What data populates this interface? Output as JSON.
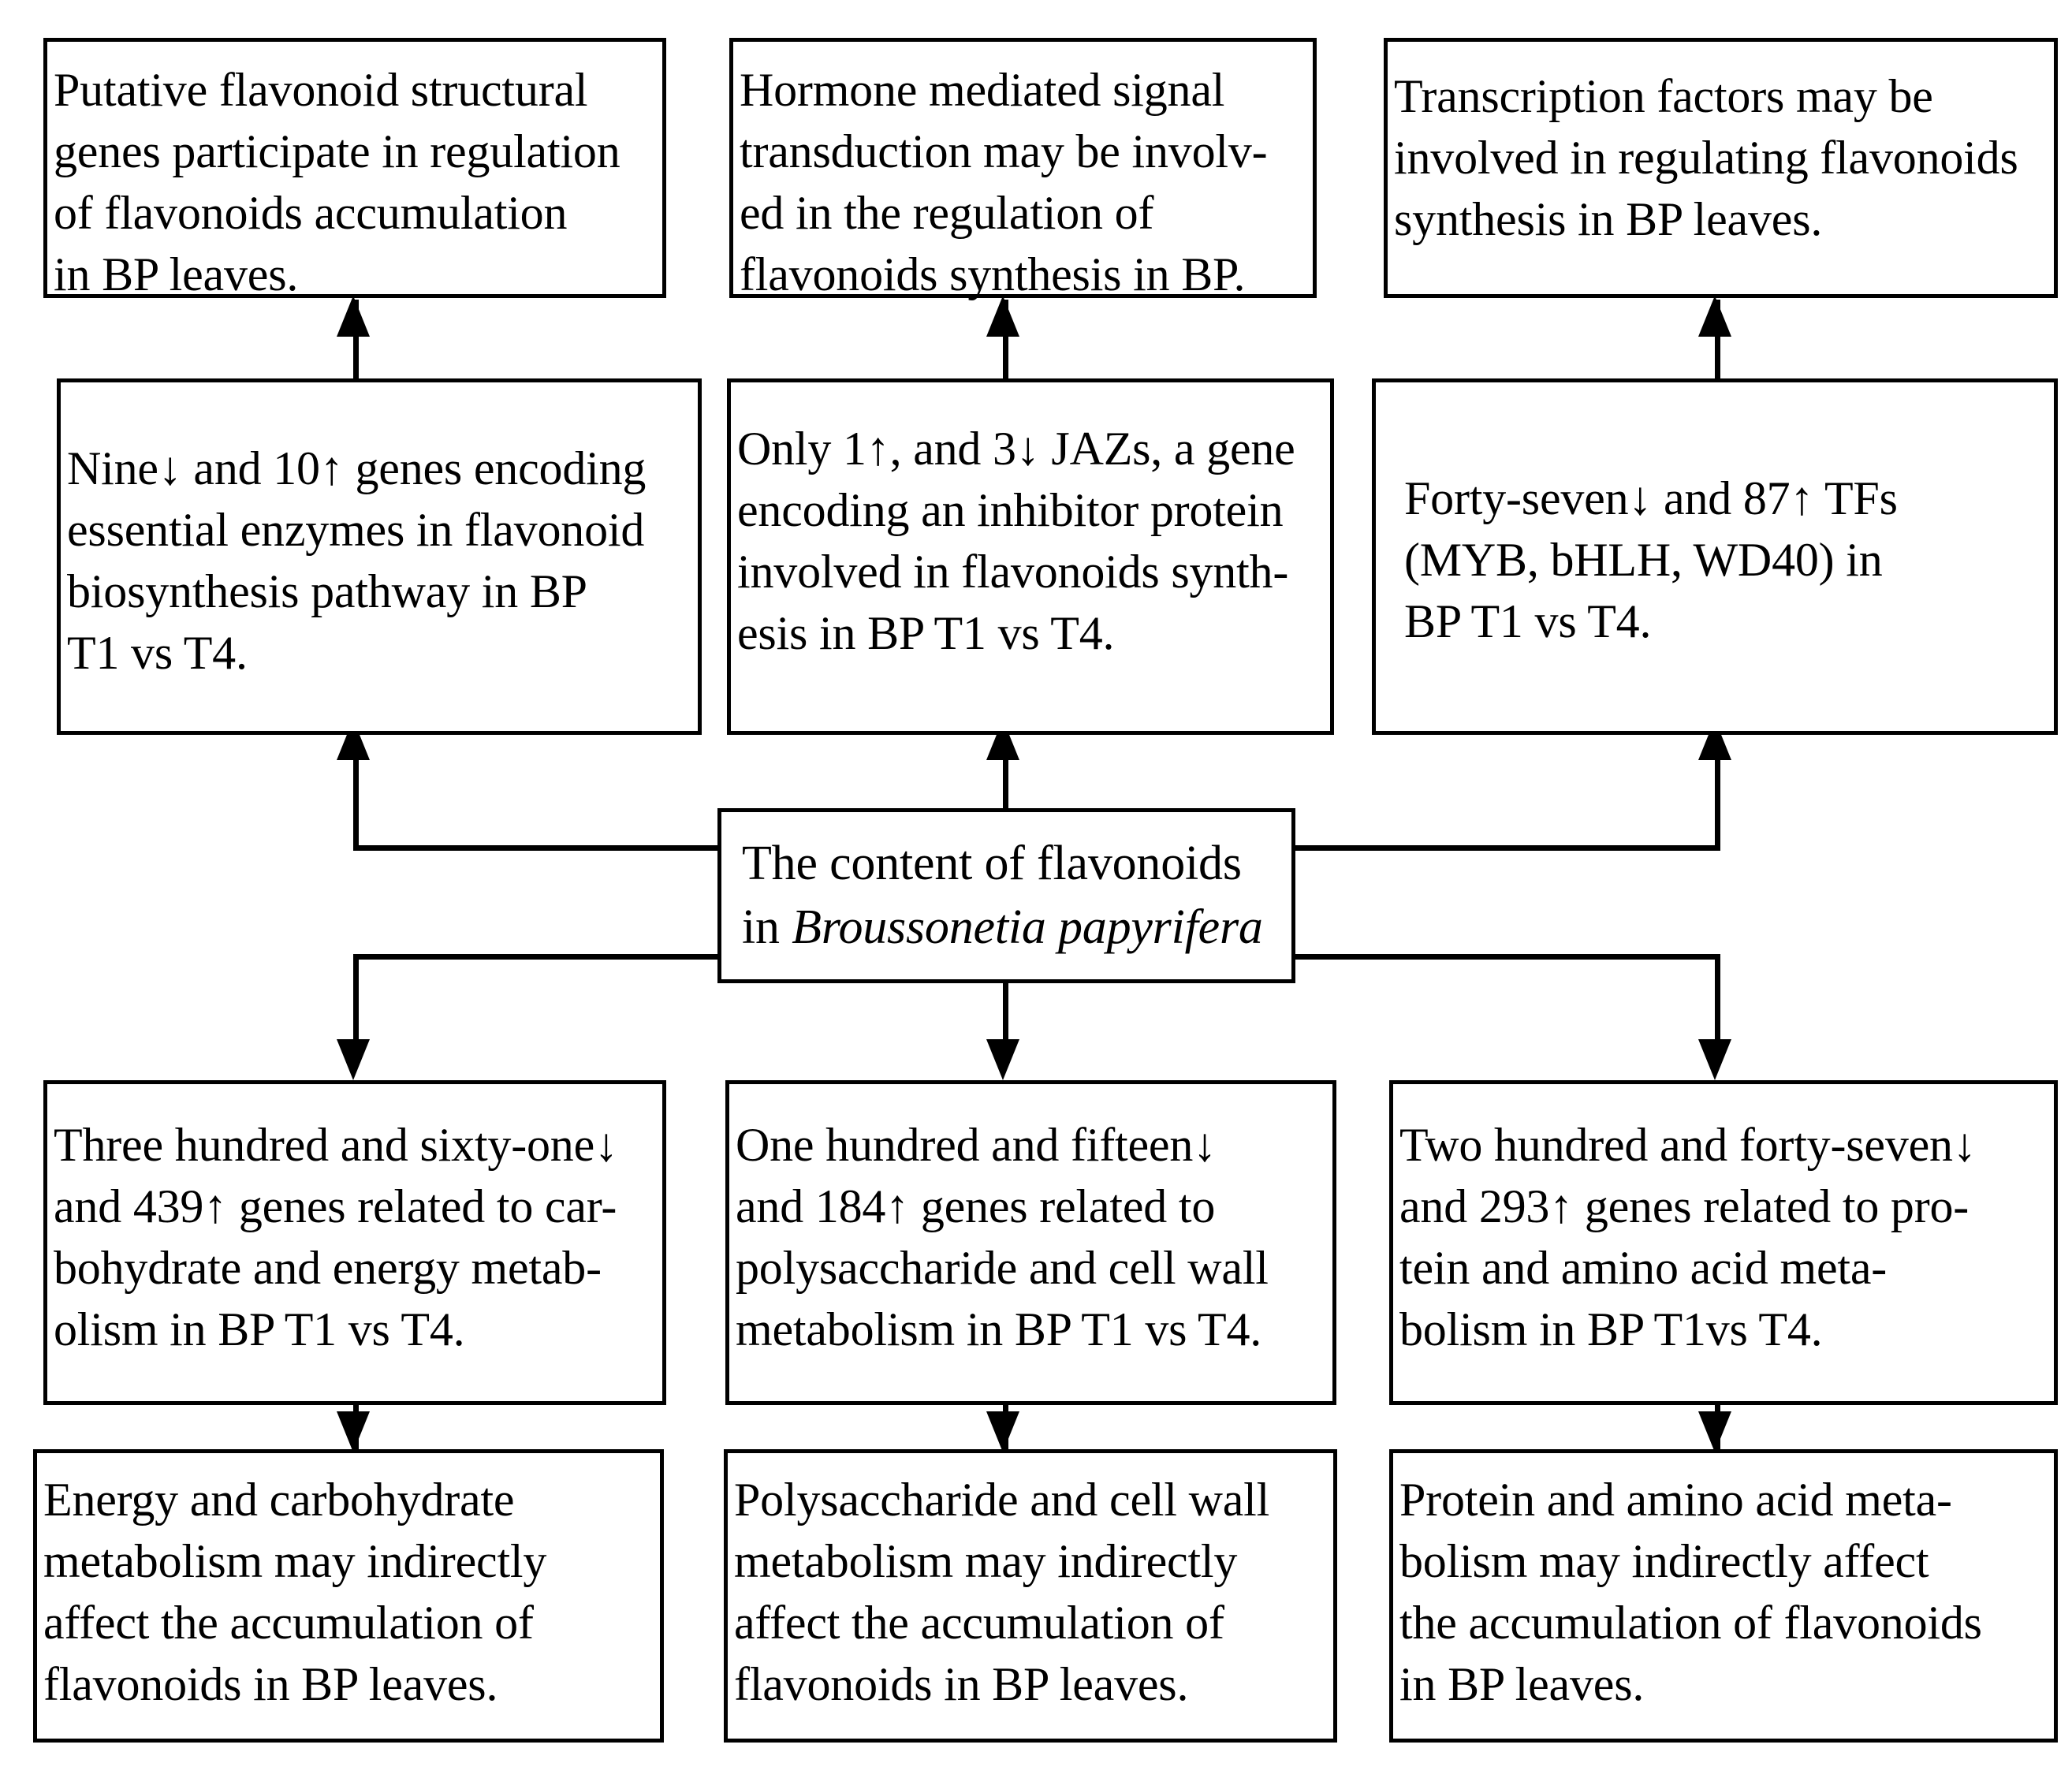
{
  "diagram": {
    "title": "The content of flavonoids in Broussonetia papyrifera",
    "center": {
      "line1": "The content of flavonoids",
      "line2_prefix": "in ",
      "line2_species": "Broussonetia papyrifera"
    },
    "conclusions_top": [
      {
        "id": "flavonoid-structural-genes-conclusion",
        "text": "Putative flavonoid structural\ngenes participate in regulation\nof flavonoids accumulation\nin BP leaves."
      },
      {
        "id": "hormone-signal-transduction-conclusion",
        "text": "Hormone mediated signal\ntransduction may be involv-\ned in the regulation of\nflavonoids synthesis in BP."
      },
      {
        "id": "transcription-factors-conclusion",
        "text": "Transcription factors may be\ninvolved in regulating flavonoids\nsynthesis in BP leaves."
      }
    ],
    "evidence_upper": [
      {
        "id": "flavonoid-biosynthesis-genes-evidence",
        "text": "Nine↓ and 10↑ genes encoding\nessential enzymes in flavonoid\nbiosynthesis pathway in BP\nT1 vs T4."
      },
      {
        "id": "jaz-genes-evidence",
        "text": "Only 1↑, and 3↓ JAZs, a gene\nencoding an inhibitor protein\ninvolved in flavonoids synth-\nesis in BP T1 vs T4."
      },
      {
        "id": "transcription-factor-counts-evidence",
        "text": "Forty-seven↓ and 87↑ TFs\n(MYB, bHLH, WD40) in\nBP T1 vs T4."
      }
    ],
    "evidence_lower": [
      {
        "id": "carbohydrate-energy-genes-evidence",
        "text": "Three hundred and sixty-one↓\nand 439↑ genes related to car-\nbohydrate and energy metab-\nolism in BP T1 vs T4."
      },
      {
        "id": "polysaccharide-cellwall-genes-evidence",
        "text": "One hundred and fifteen↓\nand 184↑ genes related to\npolysaccharide and cell wall\nmetabolism in BP T1 vs T4."
      },
      {
        "id": "protein-aminoacid-genes-evidence",
        "text": "Two hundred and forty-seven↓\nand 293↑ genes related to pro-\ntein and amino acid meta-\nbolism in BP T1vs T4."
      }
    ],
    "conclusions_bottom": [
      {
        "id": "energy-carbohydrate-conclusion",
        "text": "Energy and carbohydrate\nmetabolism may indirectly\naffect the accumulation of\nflavonoids in BP leaves."
      },
      {
        "id": "polysaccharide-cellwall-conclusion",
        "text": "Polysaccharide and cell wall\nmetabolism may indirectly\naffect the accumulation of\nflavonoids in BP leaves."
      },
      {
        "id": "protein-aminoacid-conclusion",
        "text": "Protein and amino acid meta-\nbolism may indirectly affect\nthe accumulation of flavonoids\nin BP leaves."
      }
    ],
    "colors": {
      "stroke": "#000000",
      "fill": "#ffffff",
      "text": "#000000"
    }
  }
}
